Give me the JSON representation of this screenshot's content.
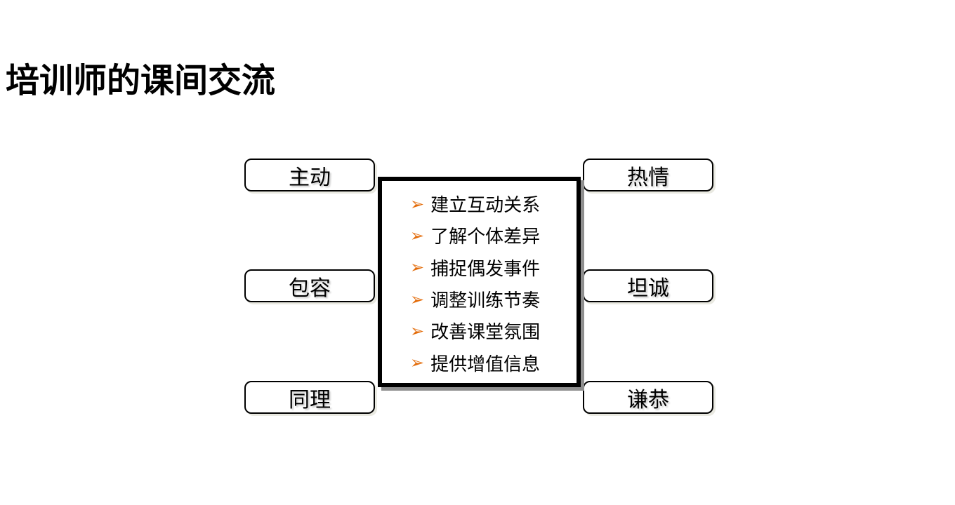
{
  "slide": {
    "title": "培训师的课间交流",
    "left_boxes": [
      {
        "label": "主动"
      },
      {
        "label": "包容"
      },
      {
        "label": "同理"
      }
    ],
    "right_boxes": [
      {
        "label": "热情"
      },
      {
        "label": "坦诚"
      },
      {
        "label": "谦恭"
      }
    ],
    "center_list": {
      "bullet_icon": "three-d-arrowhead-icon",
      "bullet_glyph": "➢",
      "items": [
        {
          "text": "建立互动关系"
        },
        {
          "text": "了解个体差异"
        },
        {
          "text": "捕捉偶发事件"
        },
        {
          "text": "调整训练节奏"
        },
        {
          "text": "改善课堂氛围"
        },
        {
          "text": "提供增值信息"
        }
      ]
    },
    "colors": {
      "bullet_orange": "#e36c0a",
      "border_black": "#000000",
      "panel_shadow_gray": "#8f8f8f",
      "background": "#ffffff"
    }
  }
}
